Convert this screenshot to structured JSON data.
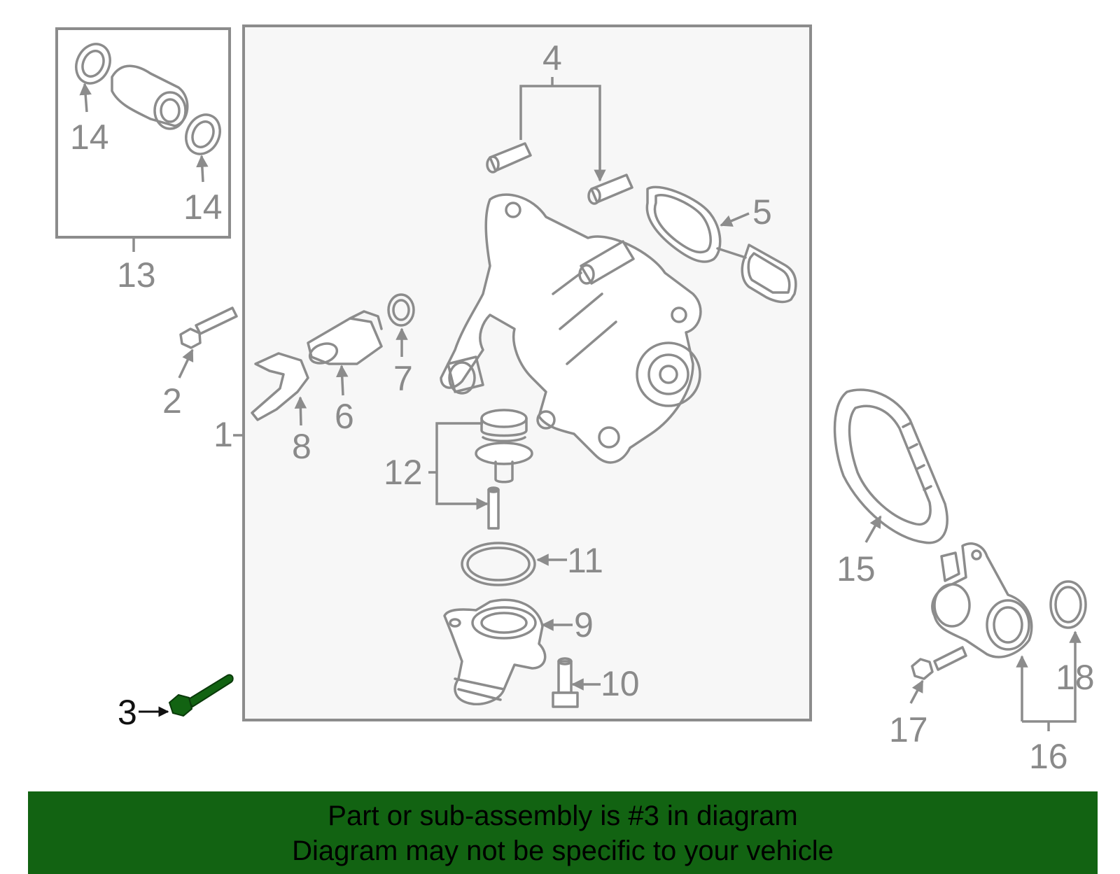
{
  "banner": {
    "line1": "Part or sub-assembly is #3 in diagram",
    "line2": "Diagram may not be specific to your vehicle"
  },
  "highlight_color": "#126312",
  "callouts": {
    "c1": "1",
    "c2": "2",
    "c3": "3",
    "c4": "4",
    "c5": "5",
    "c6": "6",
    "c7": "7",
    "c8": "8",
    "c9": "9",
    "c10": "10",
    "c11": "11",
    "c12": "12",
    "c13": "13",
    "c14a": "14",
    "c14b": "14",
    "c15": "15",
    "c16": "16",
    "c17": "17",
    "c18": "18"
  },
  "highlighted_part": "3"
}
